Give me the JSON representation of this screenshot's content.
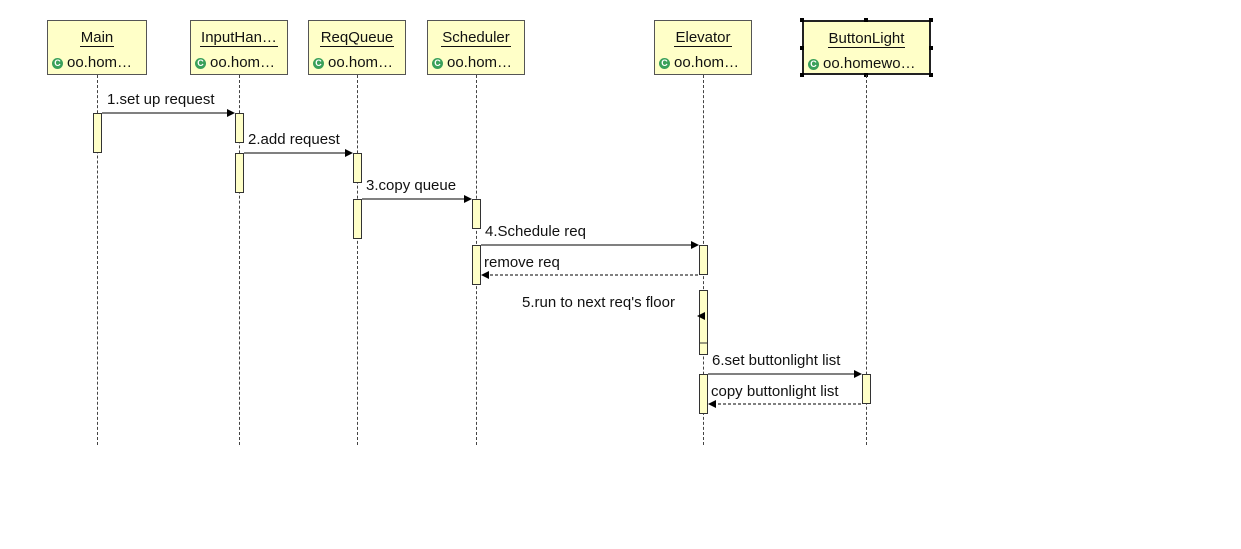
{
  "lifelines": [
    {
      "name": "Main",
      "package": "oo.hom…"
    },
    {
      "name": "InputHan…",
      "package": "oo.hom…"
    },
    {
      "name": "ReqQueue",
      "package": "oo.hom…"
    },
    {
      "name": "Scheduler",
      "package": "oo.hom…"
    },
    {
      "name": "Elevator",
      "package": "oo.hom…"
    },
    {
      "name": "ButtonLight",
      "package": "oo.homewo…"
    }
  ],
  "class_icon_glyph": "C",
  "messages": [
    {
      "label": "1.set up request",
      "kind": "call"
    },
    {
      "label": "2.add request",
      "kind": "call"
    },
    {
      "label": "3.copy queue",
      "kind": "call"
    },
    {
      "label": "4.Schedule req",
      "kind": "call"
    },
    {
      "label": "remove req",
      "kind": "return"
    },
    {
      "label": "5.run to next req's floor",
      "kind": "self-call"
    },
    {
      "label": "6.set buttonlight list",
      "kind": "call"
    },
    {
      "label": "copy buttonlight list",
      "kind": "return"
    }
  ],
  "colors": {
    "box_fill": "#ffffc8",
    "line": "#000000",
    "icon": "#3aa05a"
  }
}
